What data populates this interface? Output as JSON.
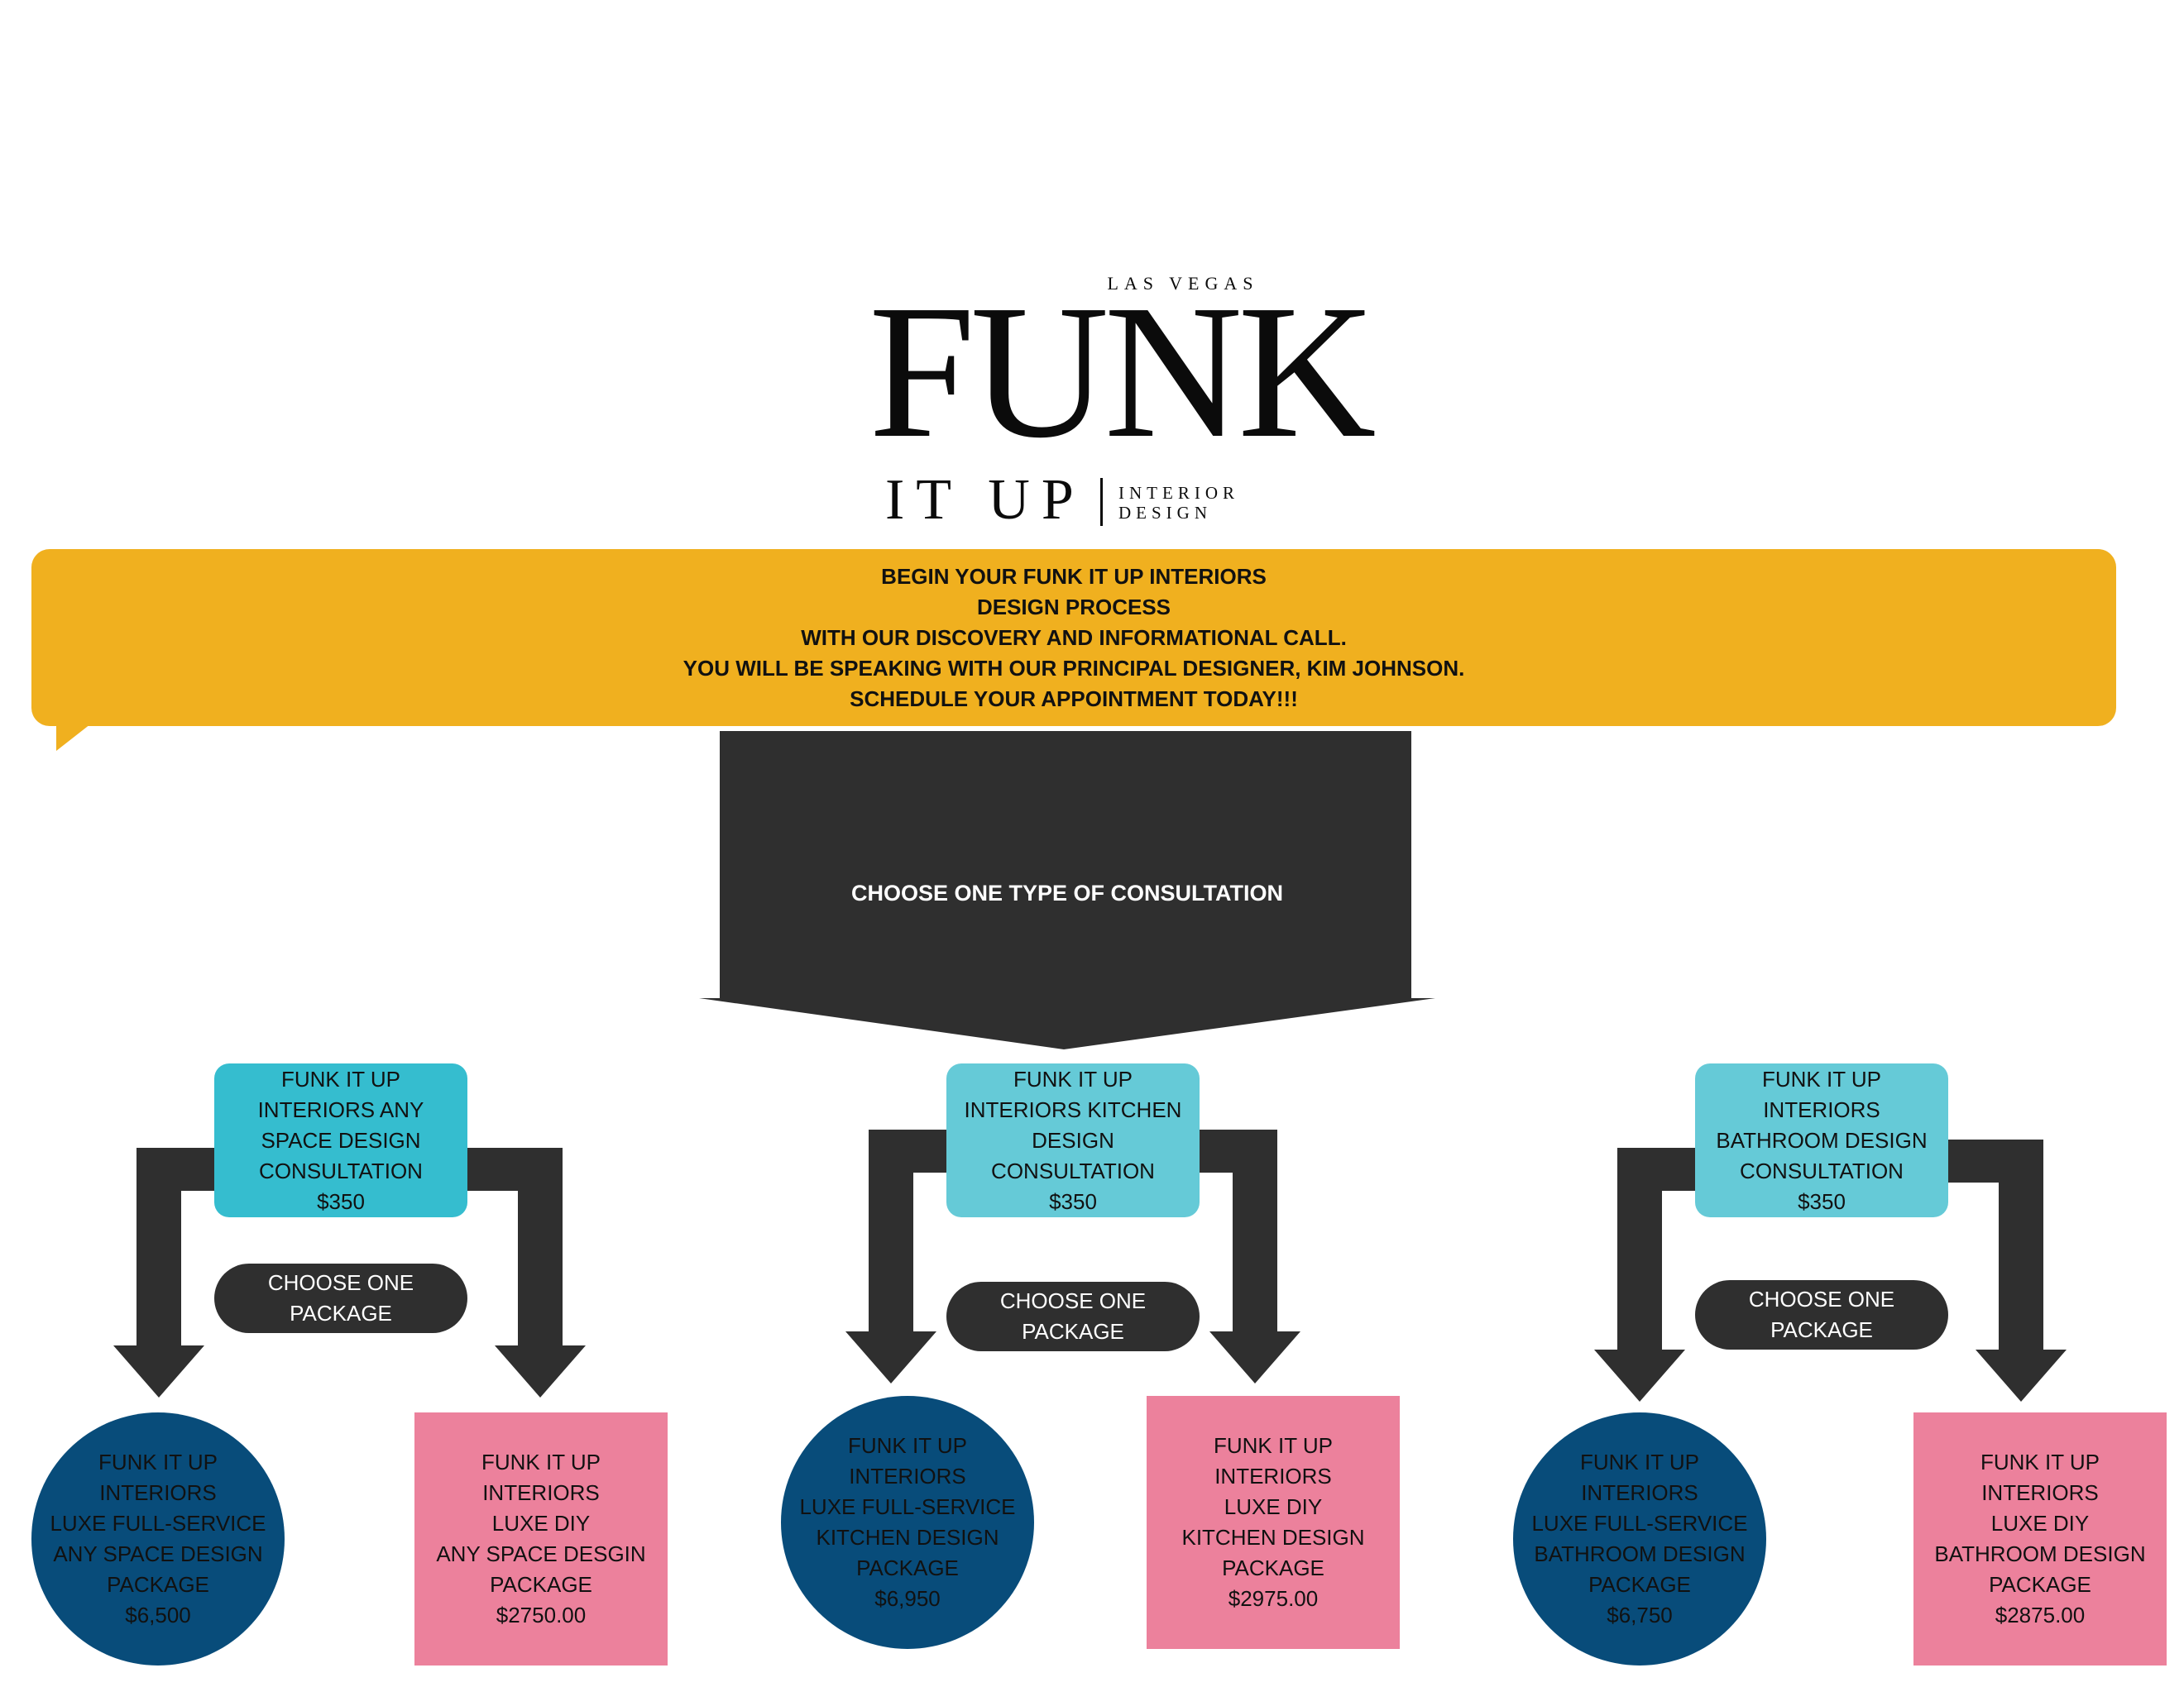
{
  "logo": {
    "city": "LAS VEGAS",
    "main": "FUNK",
    "sub": "IT UP",
    "tagline_line1": "INTERIOR",
    "tagline_line2": "DESIGN"
  },
  "banner": {
    "lines": [
      "BEGIN YOUR FUNK IT UP INTERIORS",
      "DESIGN PROCESS",
      "WITH OUR DISCOVERY AND INFORMATIONAL CALL.",
      "YOU WILL BE SPEAKING WITH OUR PRINCIPAL DESIGNER, KIM JOHNSON.",
      "SCHEDULE YOUR APPOINTMENT TODAY!!!"
    ]
  },
  "main_step": {
    "label": "CHOOSE ONE TYPE OF CONSULTATION"
  },
  "colors": {
    "banner": "#f0b01f",
    "dark": "#2f2f2f",
    "consult_teal": "#35bdcf",
    "consult_light_teal": "#65cad7",
    "luxe_navy": "#084c7a",
    "diy_pink": "#ec819c"
  },
  "branches": [
    {
      "consultation": [
        "FUNK IT UP",
        "INTERIORS ANY",
        "SPACE DESIGN",
        "CONSULTATION",
        "$350"
      ],
      "choose_label": [
        "CHOOSE ONE",
        "PACKAGE"
      ],
      "luxe": [
        "FUNK IT UP",
        "INTERIORS",
        "LUXE FULL-SERVICE",
        "ANY SPACE DESIGN",
        "PACKAGE",
        "$6,500"
      ],
      "diy": [
        "FUNK IT UP",
        "INTERIORS",
        "LUXE DIY",
        "ANY SPACE DESGIN",
        "PACKAGE",
        "$2750.00"
      ]
    },
    {
      "consultation": [
        "FUNK IT UP",
        "INTERIORS KITCHEN",
        "DESIGN",
        "CONSULTATION",
        "$350"
      ],
      "choose_label": [
        "CHOOSE ONE",
        "PACKAGE"
      ],
      "luxe": [
        "FUNK IT UP",
        "INTERIORS",
        "LUXE FULL-SERVICE",
        "KITCHEN DESIGN",
        "PACKAGE",
        "$6,950"
      ],
      "diy": [
        "FUNK IT UP",
        "INTERIORS",
        "LUXE DIY",
        "KITCHEN DESIGN",
        "PACKAGE",
        "$2975.00"
      ]
    },
    {
      "consultation": [
        "FUNK IT UP",
        "INTERIORS",
        "BATHROOM DESIGN",
        "CONSULTATION",
        "$350"
      ],
      "choose_label": [
        "CHOOSE ONE",
        "PACKAGE"
      ],
      "luxe": [
        "FUNK IT UP",
        "INTERIORS",
        "LUXE FULL-SERVICE",
        "BATHROOM DESIGN",
        "PACKAGE",
        "$6,750"
      ],
      "diy": [
        "FUNK IT UP",
        "INTERIORS",
        "LUXE DIY",
        "BATHROOM DESIGN",
        "PACKAGE",
        "$2875.00"
      ]
    }
  ]
}
